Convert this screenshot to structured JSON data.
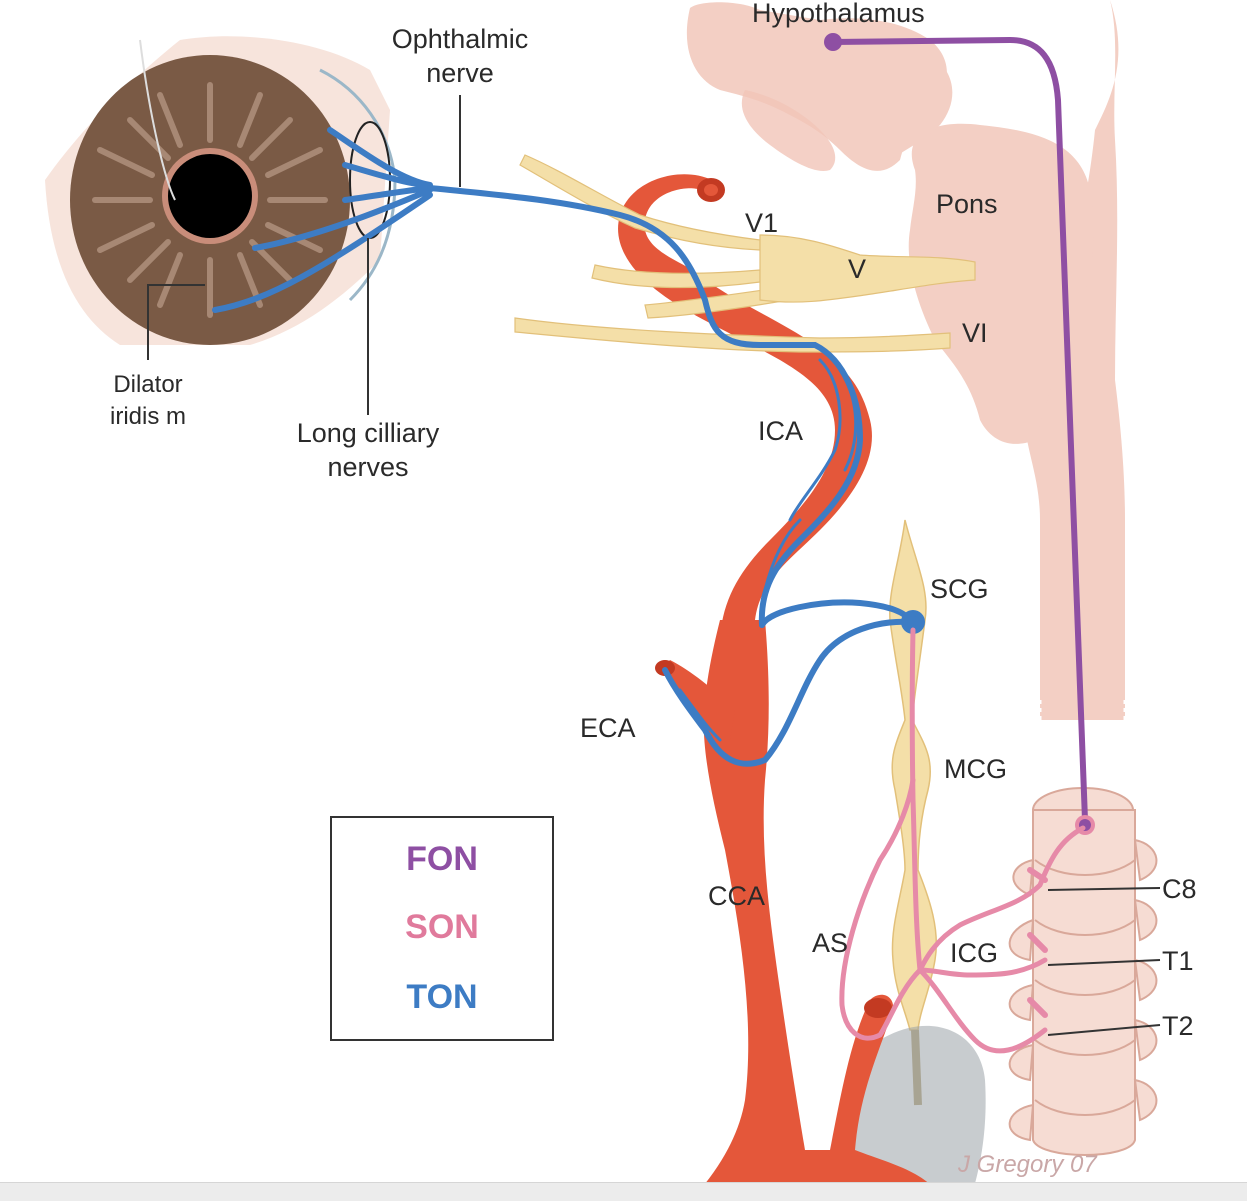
{
  "labels": {
    "hypothalamus": "Hypothalamus",
    "ophthalmic_nerve_line1": "Ophthalmic",
    "ophthalmic_nerve_line2": "nerve",
    "v1": "V1",
    "v": "V",
    "vi": "VI",
    "pons": "Pons",
    "ica": "ICA",
    "scg": "SCG",
    "eca": "ECA",
    "mcg": "MCG",
    "cca": "CCA",
    "as": "AS",
    "icg": "ICG",
    "c8": "C8",
    "t1": "T1",
    "t2": "T2",
    "dilator_line1": "Dilator",
    "dilator_line2": "iridis m",
    "long_ciliary_line1": "Long cilliary",
    "long_ciliary_line2": "nerves"
  },
  "legend": {
    "items": [
      {
        "label": "FON",
        "color": "#8e4fa3"
      },
      {
        "label": "SON",
        "color": "#e07a9c"
      },
      {
        "label": "TON",
        "color": "#3d7cc4"
      }
    ]
  },
  "signature": "J Gregory 07",
  "colors": {
    "first_order_neuron": "#8e4fa3",
    "second_order_neuron": "#e68aa8",
    "third_order_neuron": "#3d7cc4",
    "artery": "#e4573a",
    "nerve": "#f4dfa8",
    "brainstem": "#f3cfc4",
    "iris": "#7a5a45"
  }
}
